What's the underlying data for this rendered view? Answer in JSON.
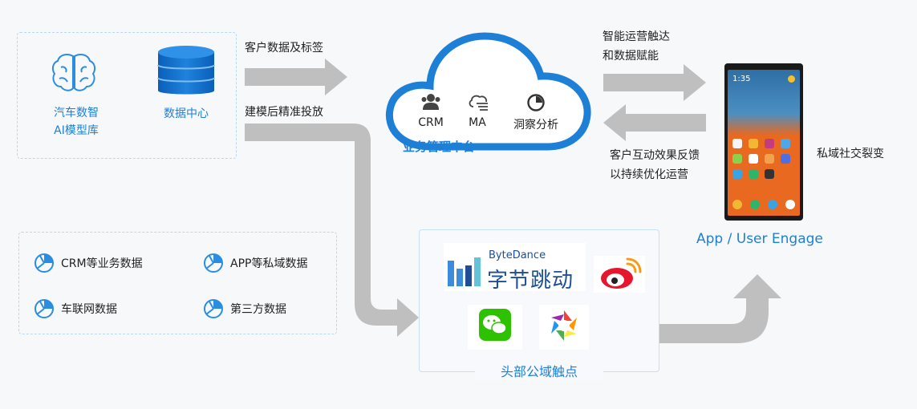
{
  "left_panel": {
    "ai_label_line1": "汽车数智",
    "ai_label_line2": "AI模型库",
    "data_center_label": "数据中心"
  },
  "arrows": {
    "top_label": "客户数据及标签",
    "bottom_label": "建模后精准投放"
  },
  "cloud": {
    "items": [
      {
        "label": "CRM",
        "icon": "users-icon"
      },
      {
        "label": "MA",
        "icon": "cloud-data-icon"
      },
      {
        "label": "洞察分析",
        "icon": "pie-chart-icon"
      }
    ],
    "title": "业务管理中台"
  },
  "right": {
    "top_arrow_line1": "智能运营触达",
    "top_arrow_line2": "和数据赋能",
    "bottom_arrow_line1": "客户互动效果反馈",
    "bottom_arrow_line2": "以持续优化运营",
    "side_label": "私域社交裂变",
    "phone_caption": "App / User Engage",
    "phone_time": "1:35"
  },
  "data_sources": [
    {
      "label": "CRM等业务数据",
      "icon": "pie-chart-icon"
    },
    {
      "label": "APP等私域数据",
      "icon": "pie-chart-icon"
    },
    {
      "label": "车联网数据",
      "icon": "pie-chart-icon"
    },
    {
      "label": "第三方数据",
      "icon": "pie-chart-icon"
    }
  ],
  "public_domain": {
    "bytedance_en": "ByteDance",
    "bytedance_cn": "字节跳动",
    "title": "头部公域触点"
  },
  "colors": {
    "accent": "#1e7fd6",
    "arrow": "#bfbfbf",
    "phone_screen": "#e8691f"
  }
}
